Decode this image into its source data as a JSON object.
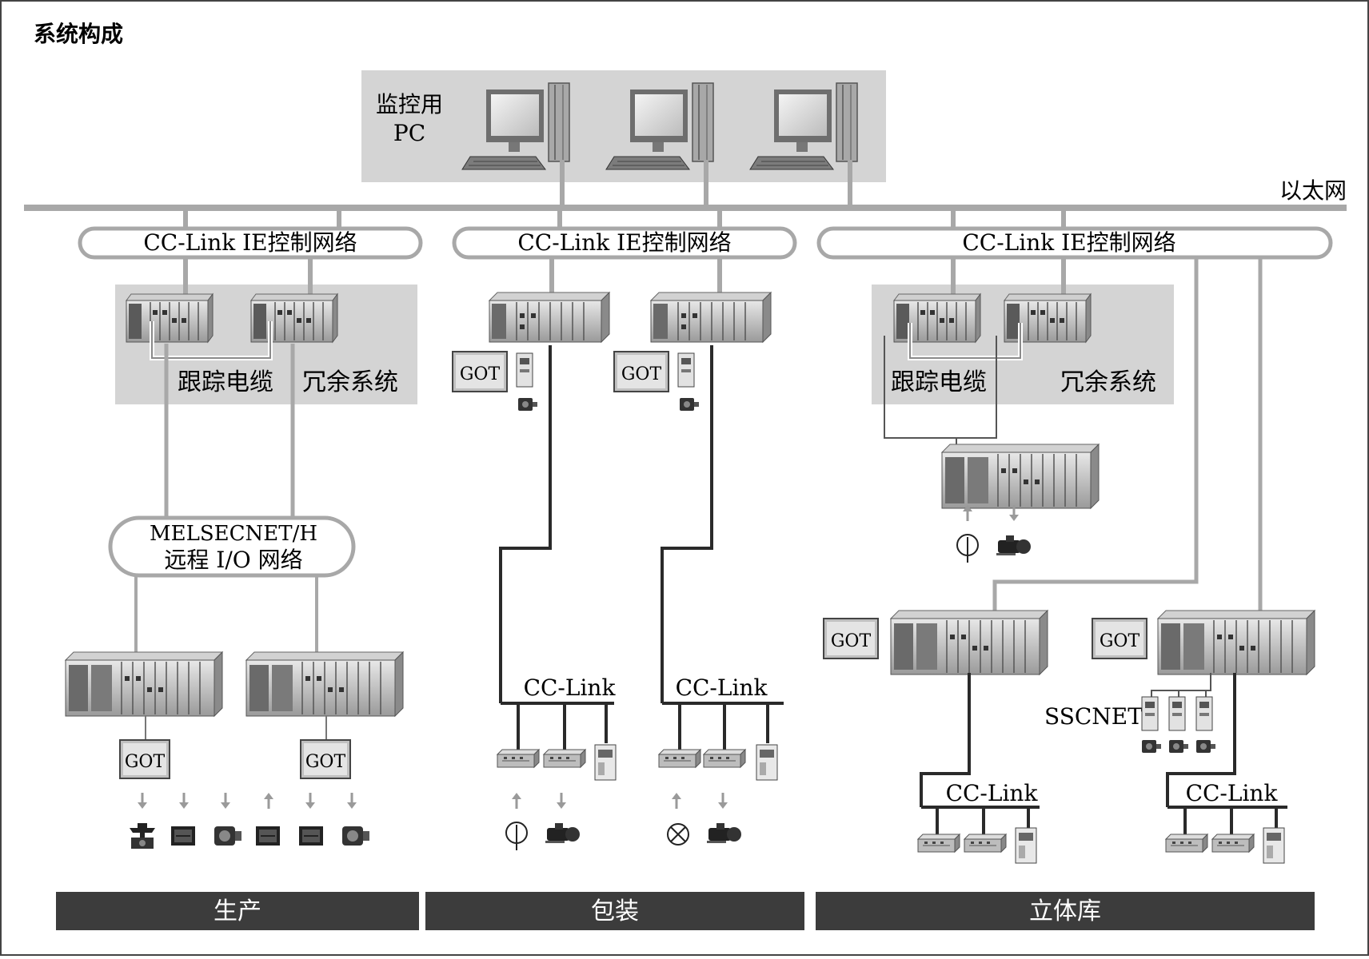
{
  "title": "系统构成",
  "pc_group_label_line1": "监控用",
  "pc_group_label_line2": "PC",
  "ethernet_label": "以太网",
  "cclink_ie_label": "CC-Link IE控制网络",
  "tracking_cable_label": "跟踪电缆",
  "redundant_label": "冗余系统",
  "melsecnet_line1": "MELSECNET/H",
  "melsecnet_line2": "远程 I/O 网络",
  "got_label": "GOT",
  "cclink_label": "CC-Link",
  "sscnet_label": "SSCNET",
  "sections": {
    "production": "生产",
    "packaging": "包装",
    "warehouse": "立体库"
  },
  "colors": {
    "gray_band": "#d4d4d4",
    "line_gray": "#a8a8a8",
    "line_dark": "#2a2a2a",
    "section_bar": "#3c3c3c",
    "section_text": "#ffffff"
  }
}
